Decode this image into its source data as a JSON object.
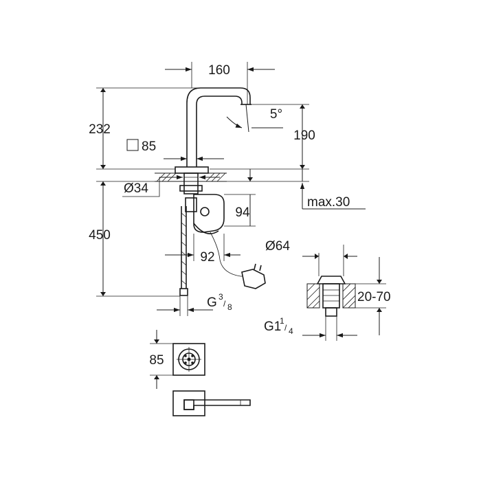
{
  "dimensions": {
    "spout_reach": "160",
    "spout_angle": "5°",
    "spout_height": "190",
    "total_height_above": "232",
    "square_body": "85",
    "base_diameter": "Ø34",
    "deck_thickness": "max.30",
    "box_height": "94",
    "box_depth": "92",
    "hose_length": "450",
    "connection_main": "G",
    "connection_num": "3",
    "connection_den": "8",
    "waste_diameter": "Ø64",
    "waste_range": "20-70",
    "waste_thread_main": "G1",
    "waste_thread_num": "1",
    "waste_thread_den": "4",
    "plan_width": "85"
  },
  "symbols": {
    "square_symbol": "square-icon",
    "diameter_symbol": "Ø"
  },
  "colors": {
    "line": "#1a1a1a",
    "background": "#ffffff"
  }
}
